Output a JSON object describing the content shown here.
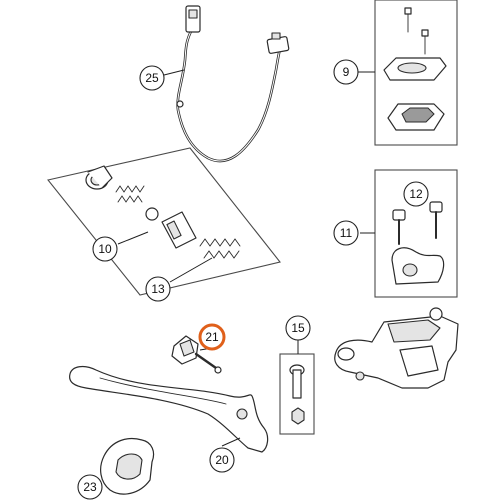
{
  "callouts": [
    {
      "id": "c25",
      "label": "25",
      "highlighted": false
    },
    {
      "id": "c9",
      "label": "9",
      "highlighted": false
    },
    {
      "id": "c10",
      "label": "10",
      "highlighted": false
    },
    {
      "id": "c13",
      "label": "13",
      "highlighted": false
    },
    {
      "id": "c12",
      "label": "12",
      "highlighted": false
    },
    {
      "id": "c11",
      "label": "11",
      "highlighted": false
    },
    {
      "id": "c21",
      "label": "21",
      "highlighted": true
    },
    {
      "id": "c15",
      "label": "15",
      "highlighted": false
    },
    {
      "id": "c20",
      "label": "20",
      "highlighted": false
    },
    {
      "id": "c23",
      "label": "23",
      "highlighted": false
    }
  ],
  "colors": {
    "highlight": "#e0601a",
    "line": "#2b2b2b",
    "box": "#4a4a4a"
  }
}
